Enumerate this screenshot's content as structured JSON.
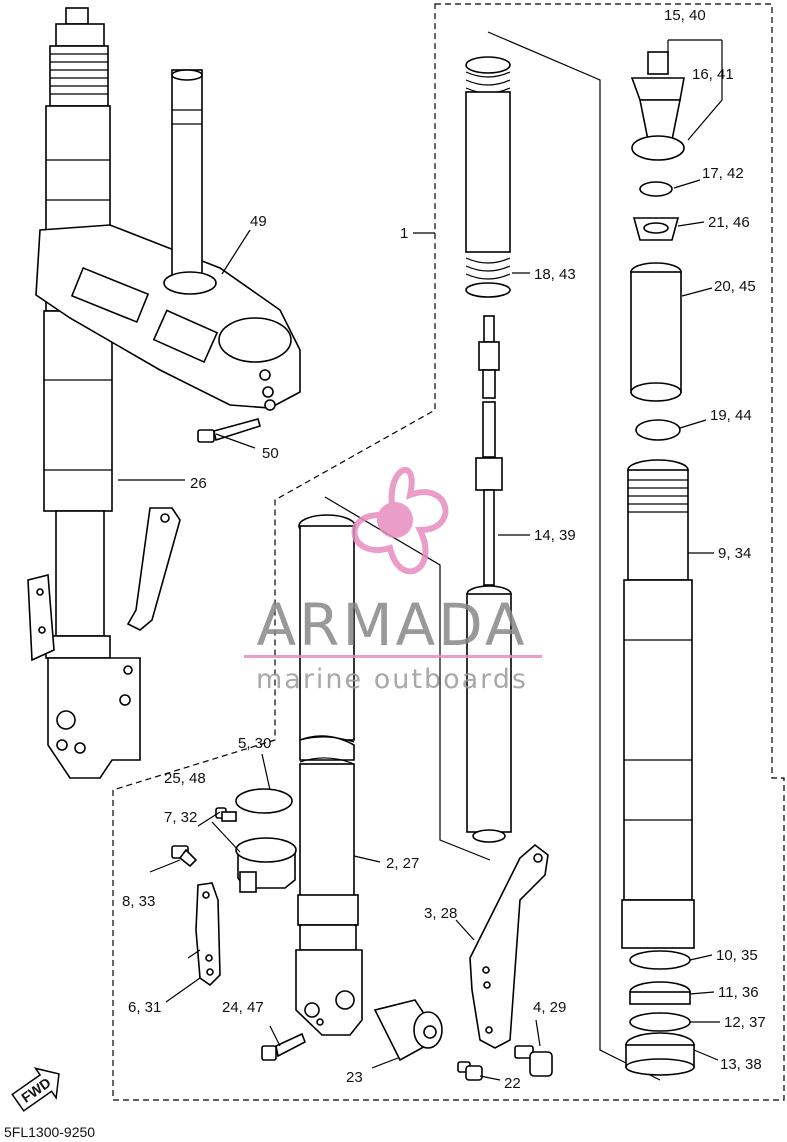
{
  "diagram": {
    "code": "5FL1300-9250",
    "fwd_label": "FWD",
    "watermark": {
      "brand": "ARMADA",
      "tagline": "marine outboards",
      "accent_color": "#e88cc0"
    },
    "labels": {
      "l1": "1",
      "l2_27": "2, 27",
      "l3_28": "3, 28",
      "l4_29": "4, 29",
      "l5_30": "5, 30",
      "l6_31": "6, 31",
      "l7_32": "7, 32",
      "l8_33": "8, 33",
      "l9_34": "9, 34",
      "l10_35": "10, 35",
      "l11_36": "11, 36",
      "l12_37": "12, 37",
      "l13_38": "13, 38",
      "l14_39": "14, 39",
      "l15_40": "15, 40",
      "l16_41": "16, 41",
      "l17_42": "17, 42",
      "l18_43": "18, 43",
      "l19_44": "19, 44",
      "l20_45": "20, 45",
      "l21_46": "21, 46",
      "l22": "22",
      "l23": "23",
      "l24_47": "24, 47",
      "l25_48": "25, 48",
      "l26": "26",
      "l49": "49",
      "l50": "50"
    }
  }
}
